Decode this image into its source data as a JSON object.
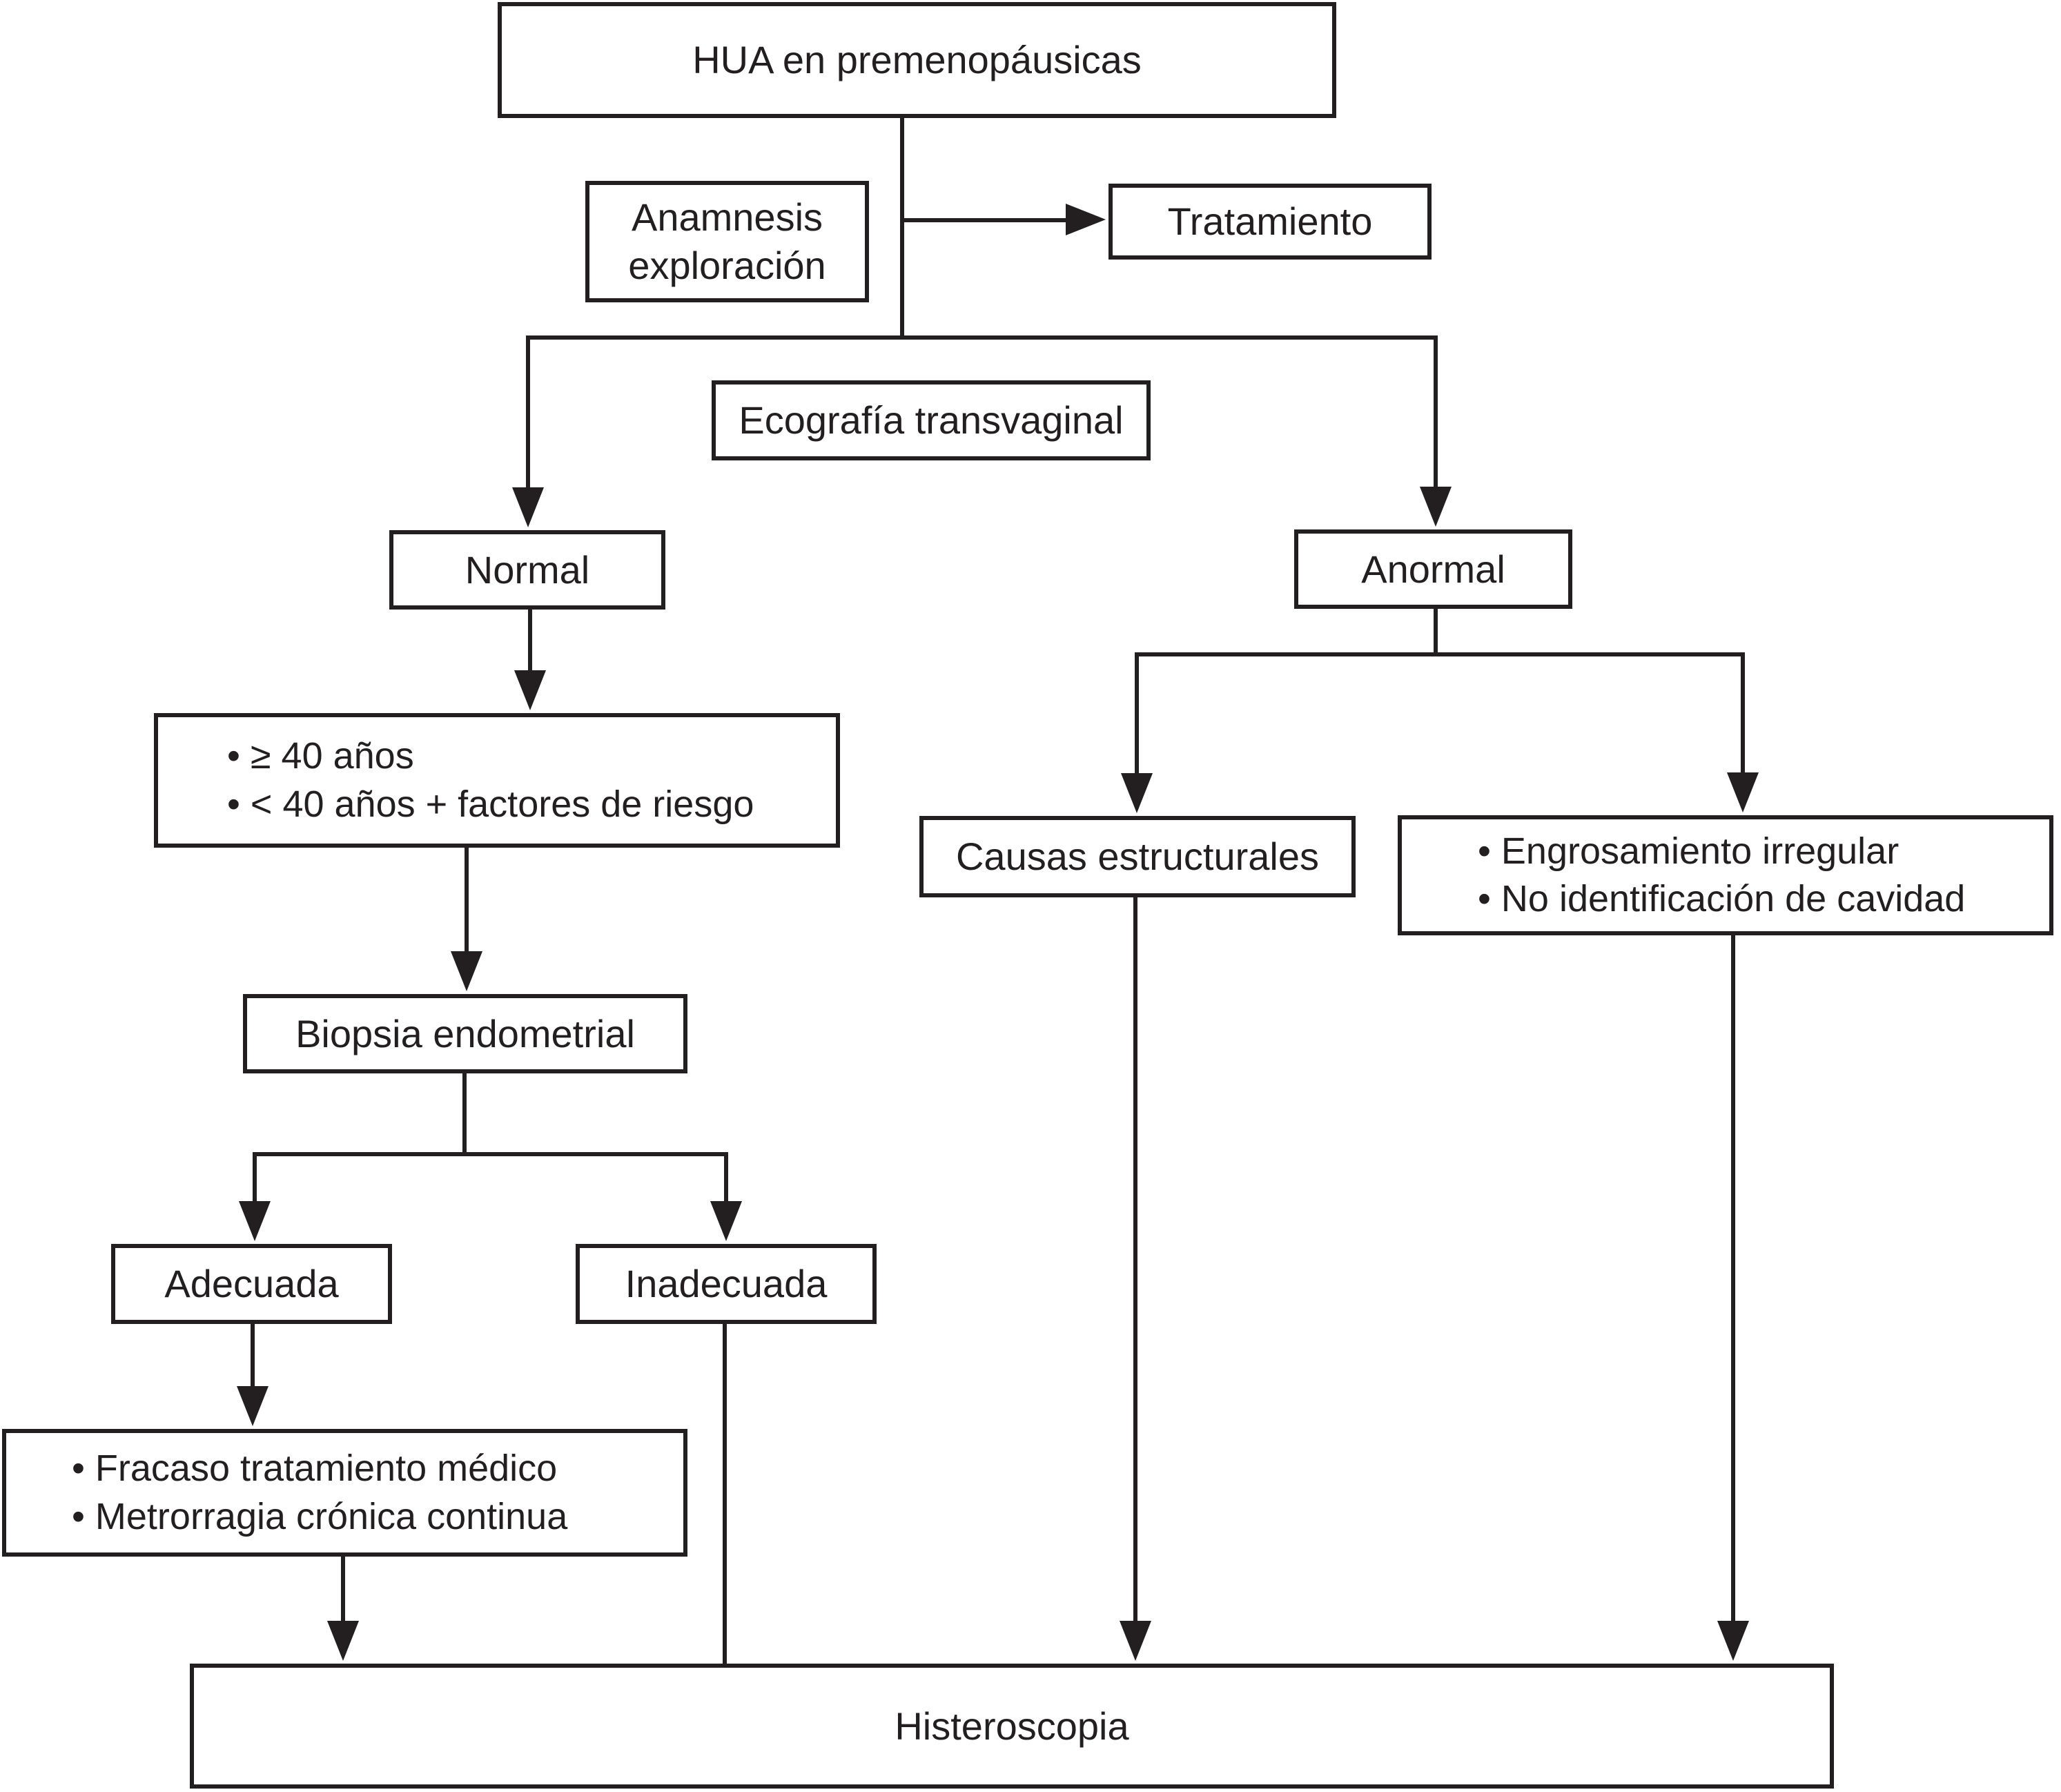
{
  "diagram": {
    "colors": {
      "line": "#231f20",
      "background": "#ffffff",
      "box_fill": "#ffffff"
    },
    "nodes": {
      "hua": {
        "label": "HUA en premenopáusicas"
      },
      "anamnesis": {
        "line1": "Anamnesis",
        "line2": "exploración"
      },
      "tratamiento": {
        "label": "Tratamiento"
      },
      "ecografia": {
        "label": "Ecografía transvaginal"
      },
      "normal": {
        "label": "Normal"
      },
      "anormal": {
        "label": "Anormal"
      },
      "criterios_edad": {
        "bullet1": "• ≥ 40 años",
        "bullet2": "• < 40 años + factores de riesgo"
      },
      "biopsia": {
        "label": "Biopsia endometrial"
      },
      "adecuada": {
        "label": "Adecuada"
      },
      "inadecuada": {
        "label": "Inadecuada"
      },
      "causas_estructurales": {
        "label": "Causas estructurales"
      },
      "hallazgos_ecograficos": {
        "bullet1": "• Engrosamiento irregular",
        "bullet2": "• No identificación de cavidad"
      },
      "indicaciones_tras_biopsia": {
        "bullet1": "• Fracaso tratamiento médico",
        "bullet2": "• Metrorragia crónica continua"
      },
      "histeroscopia": {
        "label": "Histeroscopia"
      }
    }
  }
}
